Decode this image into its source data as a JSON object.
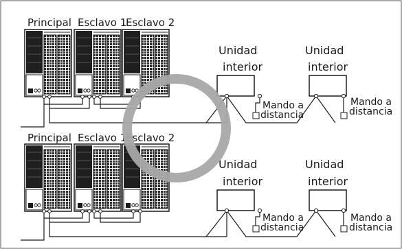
{
  "diagram": {
    "row1": {
      "outdoor_labels": [
        "Principal",
        "Esclavo 1",
        "Esclavo 2"
      ],
      "indoor_units": [
        {
          "label_line1": "Unidad",
          "label_line2": "interior",
          "remote_line1": "Mando a",
          "remote_line2": "distancia"
        },
        {
          "label_line1": "Unidad",
          "label_line2": "interior",
          "remote_line1": "Mando a",
          "remote_line2": "distancia"
        }
      ]
    },
    "row2": {
      "outdoor_labels": [
        "Principal",
        "Esclavo 1",
        "Esclavo 2"
      ],
      "indoor_units": [
        {
          "label_line1": "Unidad",
          "label_line2": "interior",
          "remote_line1": "Mando a",
          "remote_line2": "distancia"
        },
        {
          "label_line1": "Unidad",
          "label_line2": "interior",
          "remote_line1": "Mando a",
          "remote_line2": "distancia"
        }
      ]
    },
    "symbol": "circle-ok-symbol",
    "colors": {
      "line": "#1a1a1a",
      "circle": "#a8a8a8",
      "frame": "#555555"
    }
  }
}
